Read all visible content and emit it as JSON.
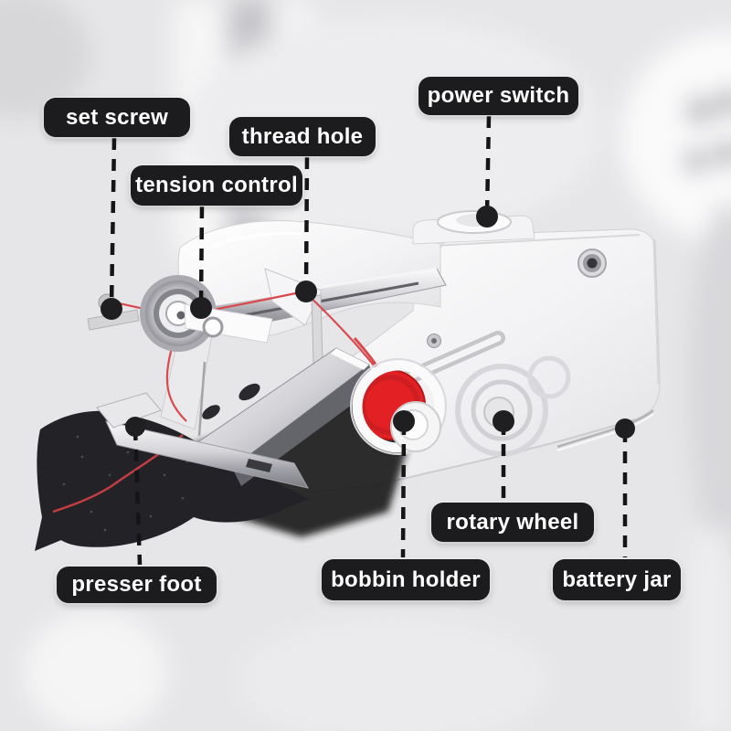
{
  "figure": {
    "type": "annotated-product-photo",
    "subject": "handheld sewing machine parts diagram"
  },
  "callouts": {
    "set_screw": "set screw",
    "thread_hole": "thread hole",
    "tension_control": "tension control",
    "power_switch": "power switch",
    "rotary_wheel": "rotary wheel",
    "presser_foot": "presser foot",
    "bobbin_holder": "bobbin holder",
    "battery_jar": "battery jar"
  },
  "colors": {
    "label_background": "#1c1c1e",
    "label_text": "#ffffff",
    "leader_line": "#151515",
    "bobbin_red": "#e32124",
    "thread_red": "#d84a4e",
    "machine_white": "#f2f2f4",
    "fabric_dark": "#232327",
    "background_grey": "#e6e6e8"
  }
}
